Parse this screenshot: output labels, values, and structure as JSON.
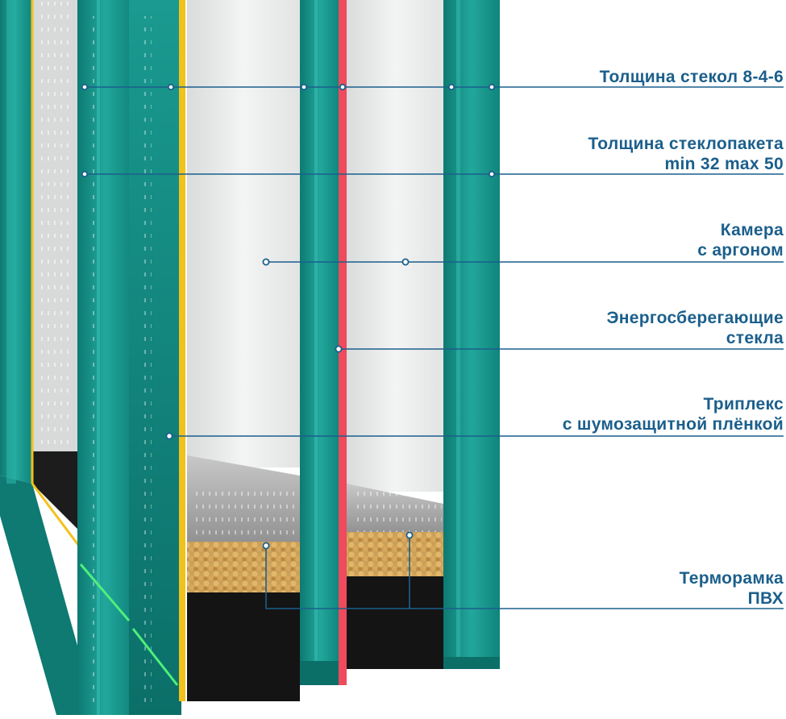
{
  "colors": {
    "glass_teal": "#1c9a90",
    "glass_dark": "#0f7f77",
    "spacer_yellow": "#f2c21c",
    "spacer_red": "#ef4a5e",
    "callout_line": "#1b5f8c",
    "label_text": "#1b5f8c",
    "desiccant": "#d6a34e",
    "sealant": "#141414",
    "spacer_metal": "#a9a9a9"
  },
  "callouts": [
    {
      "id": "glass-thickness",
      "lines": [
        "Толщина стекол 8-4-6"
      ]
    },
    {
      "id": "unit-thickness",
      "lines": [
        "Толщина стеклопакета",
        "min 32 max 50"
      ]
    },
    {
      "id": "argon-chamber",
      "lines": [
        "Камера",
        "с аргоном"
      ]
    },
    {
      "id": "energy-saving",
      "lines": [
        "Энергосберегающие",
        "стекла"
      ]
    },
    {
      "id": "triplex",
      "lines": [
        "Триплекс",
        "с шумозащитной плёнкой"
      ]
    },
    {
      "id": "thermal-frame",
      "lines": [
        "Терморамка",
        "ПВХ"
      ]
    }
  ]
}
